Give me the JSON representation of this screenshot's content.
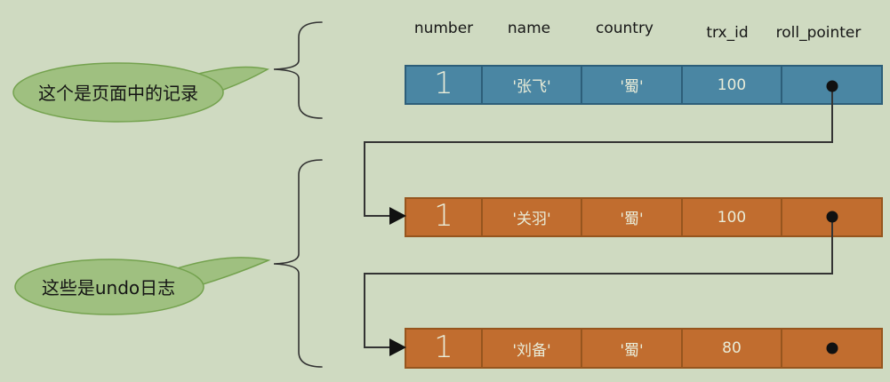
{
  "colors": {
    "background": "#cfdac1",
    "record_row_fill": "#4a86a3",
    "record_row_border": "#2d5e79",
    "undo_row_fill": "#c16d2f",
    "undo_row_border": "#96551e",
    "row_text": "#e9ecd8",
    "header_text": "#161616",
    "callout_fill": "#9fc080",
    "callout_border": "#74a24e",
    "callout_text": "#141414",
    "line": "#333333"
  },
  "callouts": [
    {
      "label": "这个是页面中的记录"
    },
    {
      "label": "这些是undo日志"
    }
  ],
  "icons": {
    "roll_pointer": "black-dot",
    "connector_end": "solid-right-arrowhead"
  },
  "table": {
    "headers": [
      "number",
      "name",
      "country",
      "trx_id",
      "roll_pointer"
    ],
    "rows": [
      {
        "kind": "page-record",
        "number": "1",
        "name": "'张飞'",
        "country": "'蜀'",
        "trx_id": "100",
        "roll_pointer_icon": "black-dot"
      },
      {
        "kind": "undo-log",
        "number": "1",
        "name": "'关羽'",
        "country": "'蜀'",
        "trx_id": "100",
        "roll_pointer_icon": "black-dot"
      },
      {
        "kind": "undo-log",
        "number": "1",
        "name": "'刘备'",
        "country": "'蜀'",
        "trx_id": "80",
        "roll_pointer_icon": "black-dot"
      }
    ]
  }
}
